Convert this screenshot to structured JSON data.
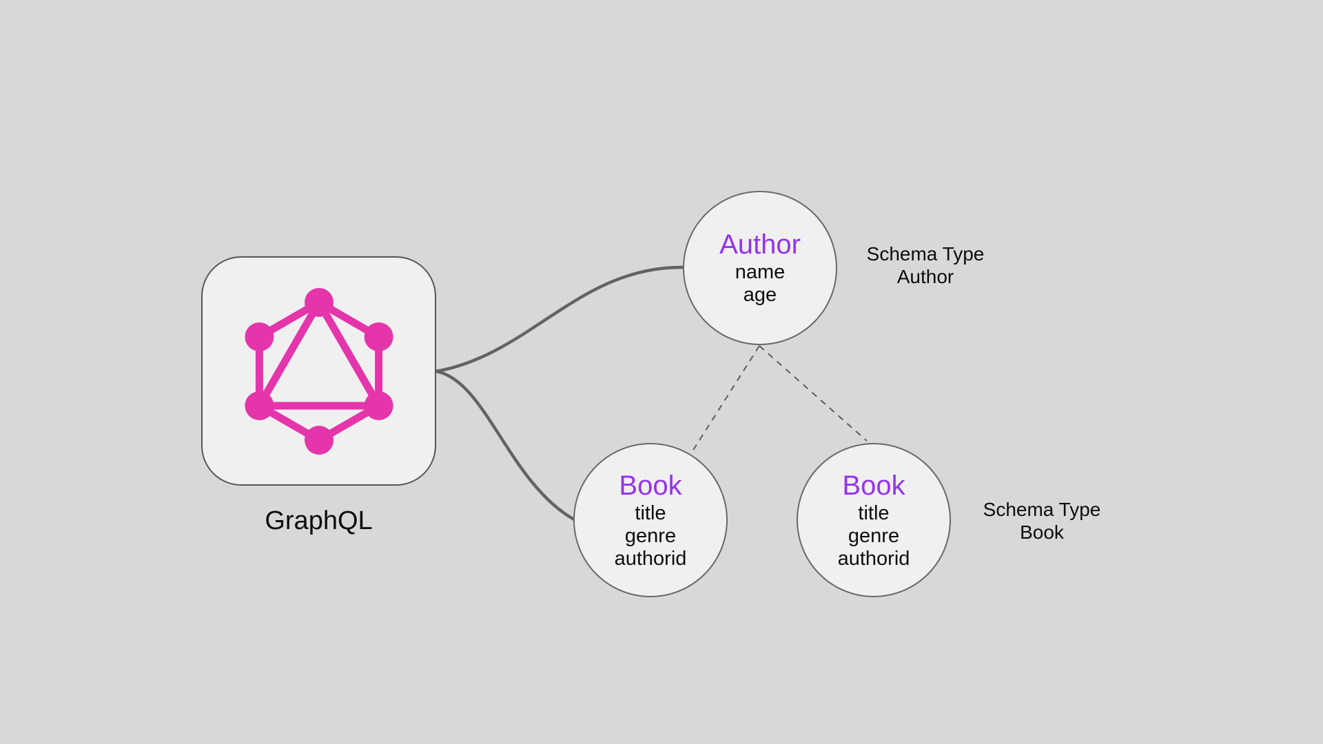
{
  "canvas": {
    "background_color": "#d8d8d8",
    "node_fill_color": "#f0f0f0",
    "node_border_color": "#686868",
    "connector_color": "#636363",
    "text_color": "#0d0d0d"
  },
  "colors": {
    "graphql_pink": "#e535ab",
    "schema_purple": "#9632f0"
  },
  "graphql": {
    "label": "GraphQL",
    "icon": "graphql-hexagon-logo-icon"
  },
  "nodes": [
    {
      "id": "author",
      "title": "Author",
      "fields": [
        "name",
        "age"
      ]
    },
    {
      "id": "book-left",
      "title": "Book",
      "fields": [
        "title",
        "genre",
        "authorid"
      ]
    },
    {
      "id": "book-right",
      "title": "Book",
      "fields": [
        "title",
        "genre",
        "authorid"
      ]
    }
  ],
  "annotations": [
    {
      "line1": "Schema Type",
      "line2": "Author"
    },
    {
      "line1": "Schema Type",
      "line2": "Book"
    }
  ],
  "connections": [
    {
      "from": "graphql-box",
      "to": "author",
      "style": "solid-curve"
    },
    {
      "from": "graphql-box",
      "to": "book-left",
      "style": "solid-curve"
    },
    {
      "from": "author",
      "to": "book-left",
      "style": "dashed"
    },
    {
      "from": "author",
      "to": "book-right",
      "style": "dashed"
    }
  ]
}
